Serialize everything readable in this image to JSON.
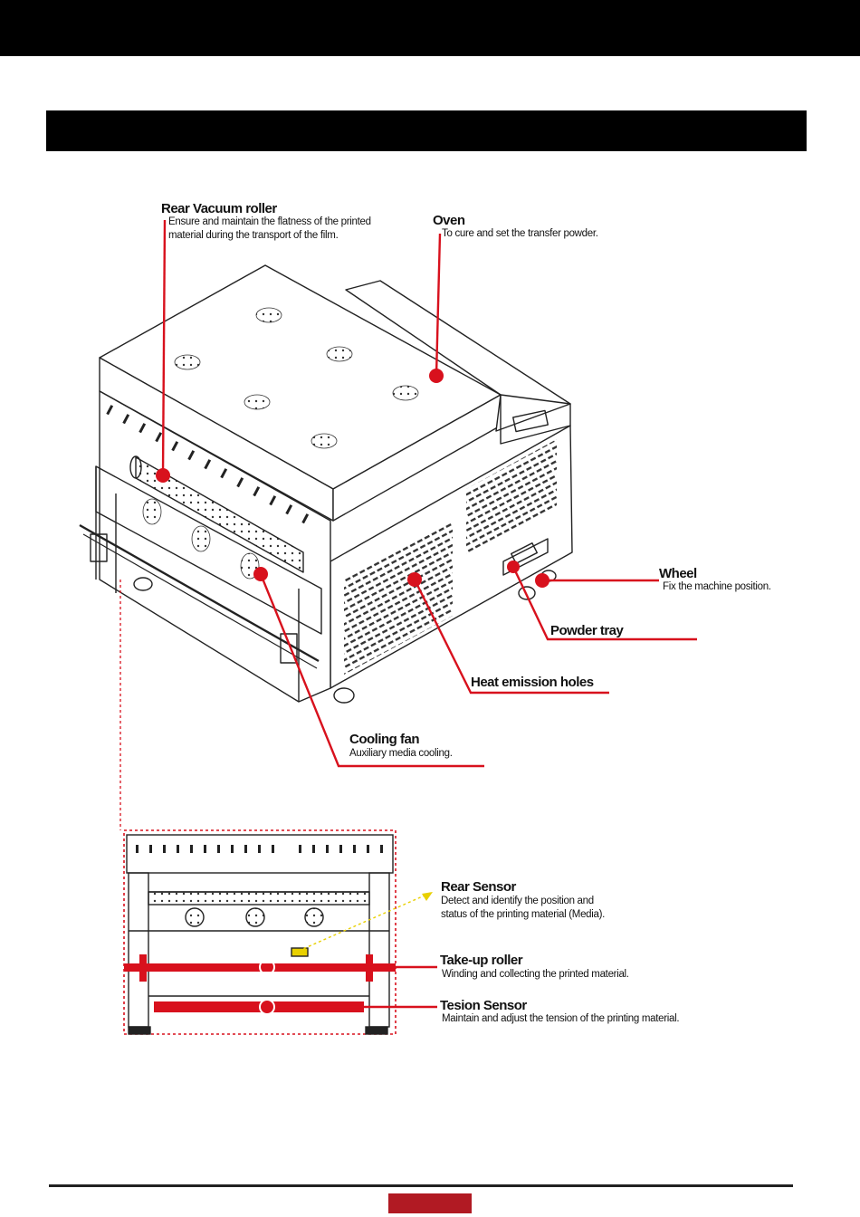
{
  "callouts": {
    "rear_vacuum_roller": {
      "title": "Rear Vacuum roller",
      "desc_line1": "Ensure and maintain the flatness of the printed",
      "desc_line2": "material during the transport of the film."
    },
    "oven": {
      "title": "Oven",
      "desc": "To cure and set the transfer powder."
    },
    "wheel": {
      "title": "Wheel",
      "desc": "Fix the machine position."
    },
    "powder_tray": {
      "title": "Powder tray"
    },
    "heat_emission_holes": {
      "title": "Heat emission holes"
    },
    "cooling_fan": {
      "title": "Cooling fan",
      "desc": "Auxiliary media cooling."
    },
    "rear_sensor": {
      "title": "Rear Sensor",
      "desc_line1": "Detect and identify the position and",
      "desc_line2": "status of the printing material (Media)."
    },
    "take_up_roller": {
      "title": "Take-up roller",
      "desc": "Winding and collecting the printed material."
    },
    "tension_sensor": {
      "title": "Tesion Sensor",
      "desc": "Maintain and adjust the tension of the printing material."
    }
  },
  "colors": {
    "accent": "#d8111d",
    "sensor_yellow": "#e8d000",
    "ink": "#111111"
  }
}
